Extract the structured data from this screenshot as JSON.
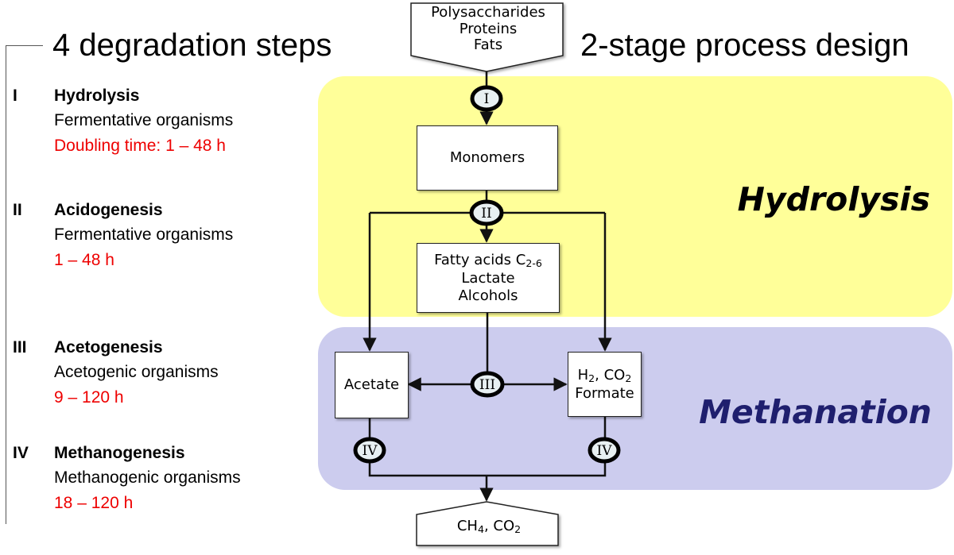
{
  "left_panel": {
    "title": "4 degradation steps",
    "steps": [
      {
        "numeral": "I",
        "name": "Hydrolysis",
        "organisms": "Fermentative organisms",
        "time": "Doubling time: 1 – 48 h"
      },
      {
        "numeral": "II",
        "name": "Acidogenesis",
        "organisms": "Fermentative organisms",
        "time": "1 – 48 h"
      },
      {
        "numeral": "III",
        "name": "Acetogenesis",
        "organisms": "Acetogenic organisms",
        "time": "9 – 120 h"
      },
      {
        "numeral": "IV",
        "name": "Methanogenesis",
        "organisms": "Methanogenic organisms",
        "time": "18 – 120 h"
      }
    ]
  },
  "right_panel": {
    "title": "2-stage process design",
    "stages": [
      {
        "label": "Hydrolysis",
        "color": "#ffff99",
        "label_color": "#000000"
      },
      {
        "label": "Methanation",
        "color": "#ccccee",
        "label_color": "#1f1f6e"
      }
    ]
  },
  "flow": {
    "input": [
      "Polysaccharides",
      "Proteins",
      "Fats"
    ],
    "monomers": "Monomers",
    "intermediates": {
      "line1_main": "Fatty acids C",
      "line1_sub": "2-6",
      "line2": "Lactate",
      "line3": "Alcohols"
    },
    "acetate": "Acetate",
    "hydrogen": {
      "h": "H",
      "h_sub": "2",
      "co": ", CO",
      "co_sub": "2",
      "line2": "Formate"
    },
    "output": {
      "ch": "CH",
      "ch_sub": "4",
      "co": ", CO",
      "co_sub": "2"
    },
    "markers": {
      "step1": "I",
      "step2": "II",
      "step3": "III",
      "step4a": "IV",
      "step4b": "IV"
    }
  },
  "colors": {
    "time_text": "#ee0000",
    "hydrolysis_zone": "#ffff99",
    "methanation_zone": "#ccccee"
  }
}
